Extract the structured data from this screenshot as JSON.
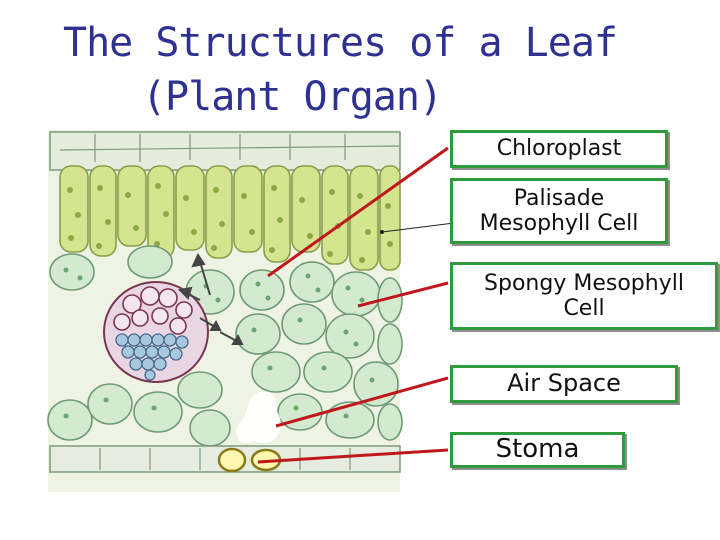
{
  "title": {
    "line1": "The Structures of a Leaf",
    "line2": "(Plant Organ)"
  },
  "labels": {
    "chloroplast": "Chloroplast",
    "palisade": "Palisade\nMesophyll Cell",
    "spongy": "Spongy Mesophyll\nCell",
    "air_space": "Air Space",
    "stoma": "Stoma"
  },
  "colors": {
    "title": "#2e3192",
    "label_border": "#2e9b3c",
    "pointer_line": "#c0171d",
    "palisade_cell": "#d5e48e",
    "spongy_cell": "#d3ead0",
    "xylem": "#a8c8e0",
    "phloem": "#f2dde8"
  }
}
